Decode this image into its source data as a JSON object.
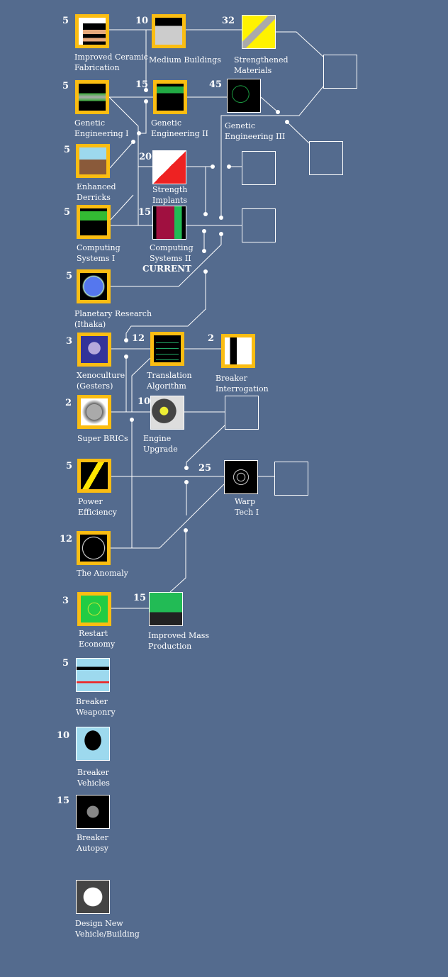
{
  "current_label": "CURRENT",
  "techs": [
    {
      "id": "ceramic",
      "cost": "5",
      "label": [
        "Improved Ceramic",
        "Fabrication"
      ],
      "status": "researched",
      "icon": "gear-plates-icon"
    },
    {
      "id": "medium",
      "cost": "10",
      "label": [
        "Medium Buildings"
      ],
      "status": "researched",
      "icon": "city-icon"
    },
    {
      "id": "strength_mat",
      "cost": "32",
      "label": [
        "Strengthened",
        "Materials"
      ],
      "status": "available",
      "icon": "beam-icon"
    },
    {
      "id": "gen1",
      "cost": "5",
      "label": [
        "Genetic",
        "Engineering I"
      ],
      "status": "researched",
      "icon": "dna-icon"
    },
    {
      "id": "gen2",
      "cost": "15",
      "label": [
        "Genetic",
        "Engineering II"
      ],
      "status": "researched",
      "icon": "molecule-icon"
    },
    {
      "id": "gen3",
      "cost": "45",
      "label": [
        "Genetic",
        "Engineering III"
      ],
      "status": "available",
      "icon": "cell-laser-icon"
    },
    {
      "id": "derricks",
      "cost": "5",
      "label": [
        "Enhanced",
        "Derricks"
      ],
      "status": "researched",
      "icon": "derrick-icon"
    },
    {
      "id": "implants",
      "cost": "20",
      "label": [
        "Strength",
        "Implants"
      ],
      "status": "available",
      "icon": "arm-implant-icon"
    },
    {
      "id": "comp1",
      "cost": "5",
      "label": [
        "Computing",
        "Systems I"
      ],
      "status": "researched",
      "icon": "circuit-icon"
    },
    {
      "id": "comp2",
      "cost": "15",
      "label": [
        "Computing",
        "Systems II"
      ],
      "status": "current",
      "icon": "chip-icon"
    },
    {
      "id": "planetary",
      "cost": "5",
      "label": [
        "Planetary Research",
        "(Ithaka)"
      ],
      "status": "researched",
      "icon": "planet-icon"
    },
    {
      "id": "xeno",
      "cost": "3",
      "label": [
        "Xenoculture",
        "(Gesters)"
      ],
      "status": "researched",
      "icon": "alien-icon"
    },
    {
      "id": "translation",
      "cost": "12",
      "label": [
        "Translation",
        "Algorithm"
      ],
      "status": "researched",
      "icon": "translate-icon"
    },
    {
      "id": "interrogation",
      "cost": "2",
      "label": [
        "Breaker",
        "Interrogation"
      ],
      "status": "researched",
      "icon": "prisoner-icon"
    },
    {
      "id": "brics",
      "cost": "2",
      "label": [
        "Super BRICs"
      ],
      "status": "researched",
      "icon": "robot-icon"
    },
    {
      "id": "engine",
      "cost": "10",
      "label": [
        "Engine",
        "Upgrade"
      ],
      "status": "available",
      "icon": "engine-icon"
    },
    {
      "id": "power",
      "cost": "5",
      "label": [
        "Power",
        "Efficiency"
      ],
      "status": "researched",
      "icon": "lightning-icon"
    },
    {
      "id": "warp",
      "cost": "25",
      "label": [
        "Warp",
        "Tech I"
      ],
      "status": "available",
      "icon": "spiral-icon"
    },
    {
      "id": "anomaly",
      "cost": "12",
      "label": [
        "The Anomaly"
      ],
      "status": "researched",
      "icon": "anomaly-icon"
    },
    {
      "id": "restart",
      "cost": "3",
      "label": [
        "Restart",
        "Economy"
      ],
      "status": "researched",
      "icon": "dollar-icon"
    },
    {
      "id": "massprod",
      "cost": "15",
      "label": [
        "Improved Mass",
        "Production"
      ],
      "status": "available",
      "icon": "factory-icon"
    },
    {
      "id": "bweapon",
      "cost": "5",
      "label": [
        "Breaker",
        "Weaponry"
      ],
      "status": "available",
      "icon": "weapon-icon"
    },
    {
      "id": "bvehicle",
      "cost": "10",
      "label": [
        "Breaker",
        "Vehicles"
      ],
      "status": "available",
      "icon": "vehicle-icon"
    },
    {
      "id": "bautopsy",
      "cost": "15",
      "label": [
        "Breaker",
        "Autopsy"
      ],
      "status": "available",
      "icon": "autopsy-icon"
    },
    {
      "id": "design",
      "cost": null,
      "label": [
        "Design New",
        "Vehicle/Building"
      ],
      "status": "action",
      "icon": "question-gear-icon"
    }
  ],
  "colors": {
    "background": "#546b8e",
    "researched_border": "#fbbd12",
    "wire": "#ffffff"
  }
}
